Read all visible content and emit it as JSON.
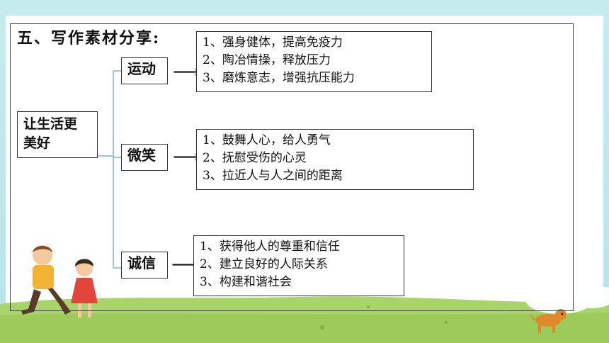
{
  "heading": "五、写作素材分享:",
  "root_label": [
    "让生活更",
    "美好"
  ],
  "branches": [
    {
      "category": "运动",
      "items": [
        "1、强身健体，提高免疫力",
        "2、陶冶情操，释放压力",
        "3、磨炼意志，增强抗压能力"
      ]
    },
    {
      "category": "微笑",
      "items": [
        "1、鼓舞人心，给人勇气",
        "2、抚慰受伤的心灵",
        "3、拉近人与人之间的距离"
      ]
    },
    {
      "category": "诚信",
      "items": [
        "1、获得他人的尊重和信任",
        "2、建立良好的人际关系",
        "3、构建和谐社会"
      ]
    }
  ],
  "arrow_glyph": "⟶",
  "colors": {
    "sky": "#bfe9ee",
    "grass": "#a9d46a",
    "connector": "#7fb3d8"
  }
}
